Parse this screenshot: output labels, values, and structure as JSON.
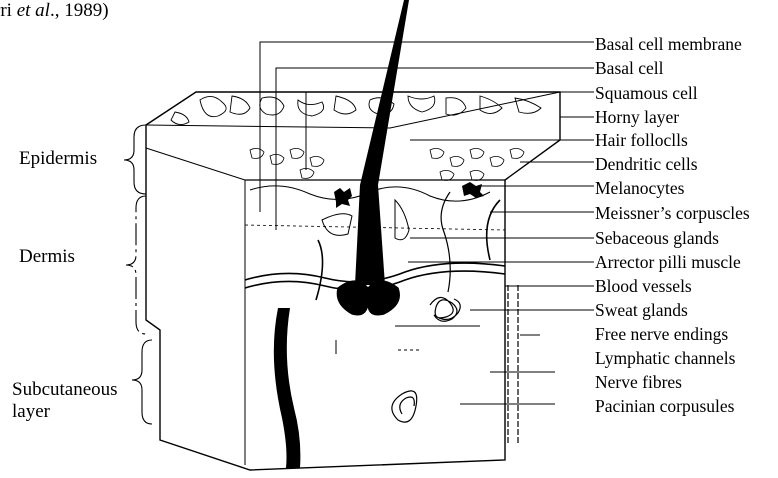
{
  "citation": {
    "pre": "rri ",
    "italic": "et al",
    "post": "., 1989)"
  },
  "layers": {
    "epidermis": "Epidermis",
    "dermis": "Dermis",
    "subcutaneous_line1": "Subcutaneous",
    "subcutaneous_line2": "layer"
  },
  "labels": [
    "Basal cell membrane",
    "Basal cell",
    "Squamous cell",
    "Horny layer",
    "Hair folloclls",
    "Dendritic cells",
    "Melanocytes",
    "Meissner’s corpuscles",
    "Sebaceous glands",
    "Arrector pilli muscle",
    "Blood vessels",
    "Sweat glands",
    "Free nerve endings",
    "Lymphatic channels",
    "Nerve fibres",
    "Pacinian corpusules"
  ]
}
